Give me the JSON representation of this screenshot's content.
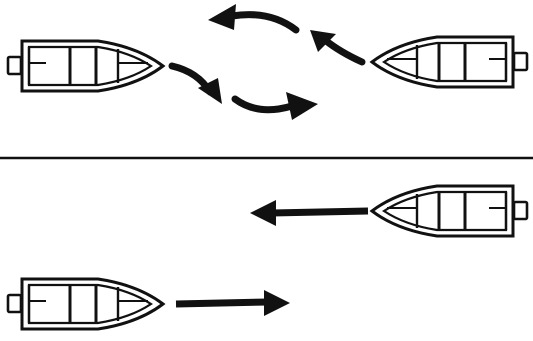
{
  "colors": {
    "background": "#ffffff",
    "ink": "#111111"
  },
  "scenarios": {
    "upper": {
      "description_shown": false,
      "left_boat": {
        "heading": "right",
        "icon": "boat-icon"
      },
      "right_boat": {
        "heading": "left",
        "icon": "boat-icon"
      },
      "arrows": [
        "curved-arrow",
        "curved-arrow",
        "curved-arrow",
        "curved-arrow"
      ]
    },
    "lower": {
      "top_boat": {
        "heading": "left",
        "icon": "boat-icon"
      },
      "bottom_boat": {
        "heading": "right",
        "icon": "boat-icon"
      },
      "arrows": [
        "straight-arrow-left",
        "straight-arrow-right"
      ]
    }
  }
}
